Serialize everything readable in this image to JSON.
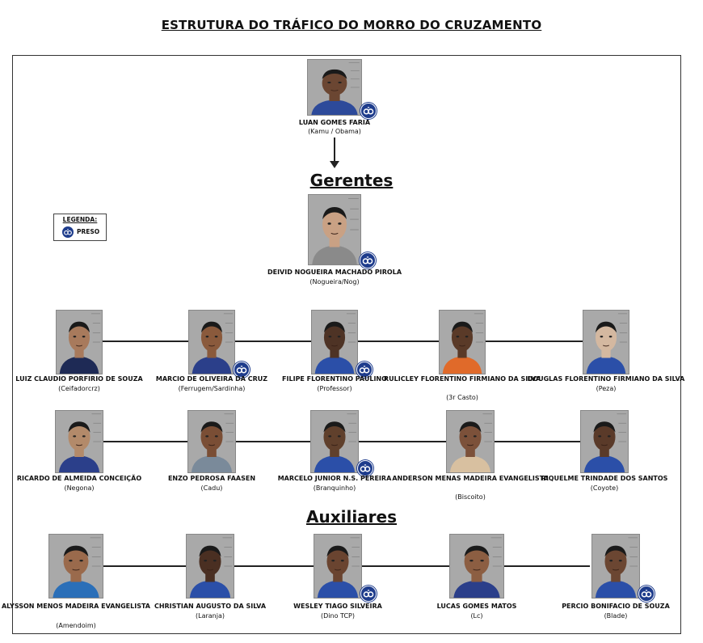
{
  "title": "ESTRUTURA DO TRÁFICO DO MORRO DO CRUZAMENTO",
  "sections": {
    "gerentes": "Gerentes",
    "auxiliares": "Auxiliares"
  },
  "legend": {
    "title": "LEGENDA:",
    "label": "PRESO",
    "icon": "handcuffs-icon",
    "badge_color": "#1e3c8c"
  },
  "leader": {
    "name": "LUAN GOMES FARIA",
    "nick": "(Kamu / Obama)",
    "preso": true
  },
  "manager": {
    "name": "DEIVID NOGUEIRA MACHADO PIROLA",
    "nick": "(Nogueira/Nog)",
    "preso": true
  },
  "row1": [
    {
      "name": "LUIZ CLAUDIO PORFIRIO DE SOUZA",
      "nick": "(Ceifadorcrz)",
      "preso": false
    },
    {
      "name": "MARCIO DE OLIVEIRA DA CRUZ",
      "nick": "(Ferrugem/Sardinha)",
      "preso": true
    },
    {
      "name": "FILIPE FLORENTINO PAULINO",
      "nick": "(Professor)",
      "preso": true
    },
    {
      "name": "RULICLEY FLORENTINO FIRMIANO DA SILVA",
      "nick": "(3r Casto)",
      "preso": false
    },
    {
      "name": "DOUGLAS FLORENTINO FIRMIANO DA SILVA",
      "nick": "(Peza)",
      "preso": false
    }
  ],
  "row2": [
    {
      "name": "RICARDO DE ALMEIDA CONCEIÇÃO",
      "nick": "(Negona)",
      "preso": false
    },
    {
      "name": "ENZO PEDROSA FAASEN",
      "nick": "(Cadu)",
      "preso": false
    },
    {
      "name": "MARCELO JUNIOR N.S. PEREIRA",
      "nick": "(Branquinho)",
      "preso": true
    },
    {
      "name": "ANDERSON MENAS MADEIRA EVANGELISTA",
      "nick": "(Biscoito)",
      "preso": false
    },
    {
      "name": "RIQUELME TRINDADE DOS SANTOS",
      "nick": "(Coyote)",
      "preso": false
    }
  ],
  "row3": [
    {
      "name": "ALYSSON MENOS MADEIRA EVANGELISTA",
      "nick": "(Amendoim)",
      "preso": false
    },
    {
      "name": "CHRISTIAN AUGUSTO DA SILVA",
      "nick": "(Laranja)",
      "preso": false
    },
    {
      "name": "WESLEY TIAGO SILVEIRA",
      "nick": "(Dino TCP)",
      "preso": true
    },
    {
      "name": "LUCAS GOMES MATOS",
      "nick": "(Lc)",
      "preso": false
    },
    {
      "name": "PERCIO BONIFACIO DE SOUZA",
      "nick": "(Blade)",
      "preso": true
    }
  ]
}
